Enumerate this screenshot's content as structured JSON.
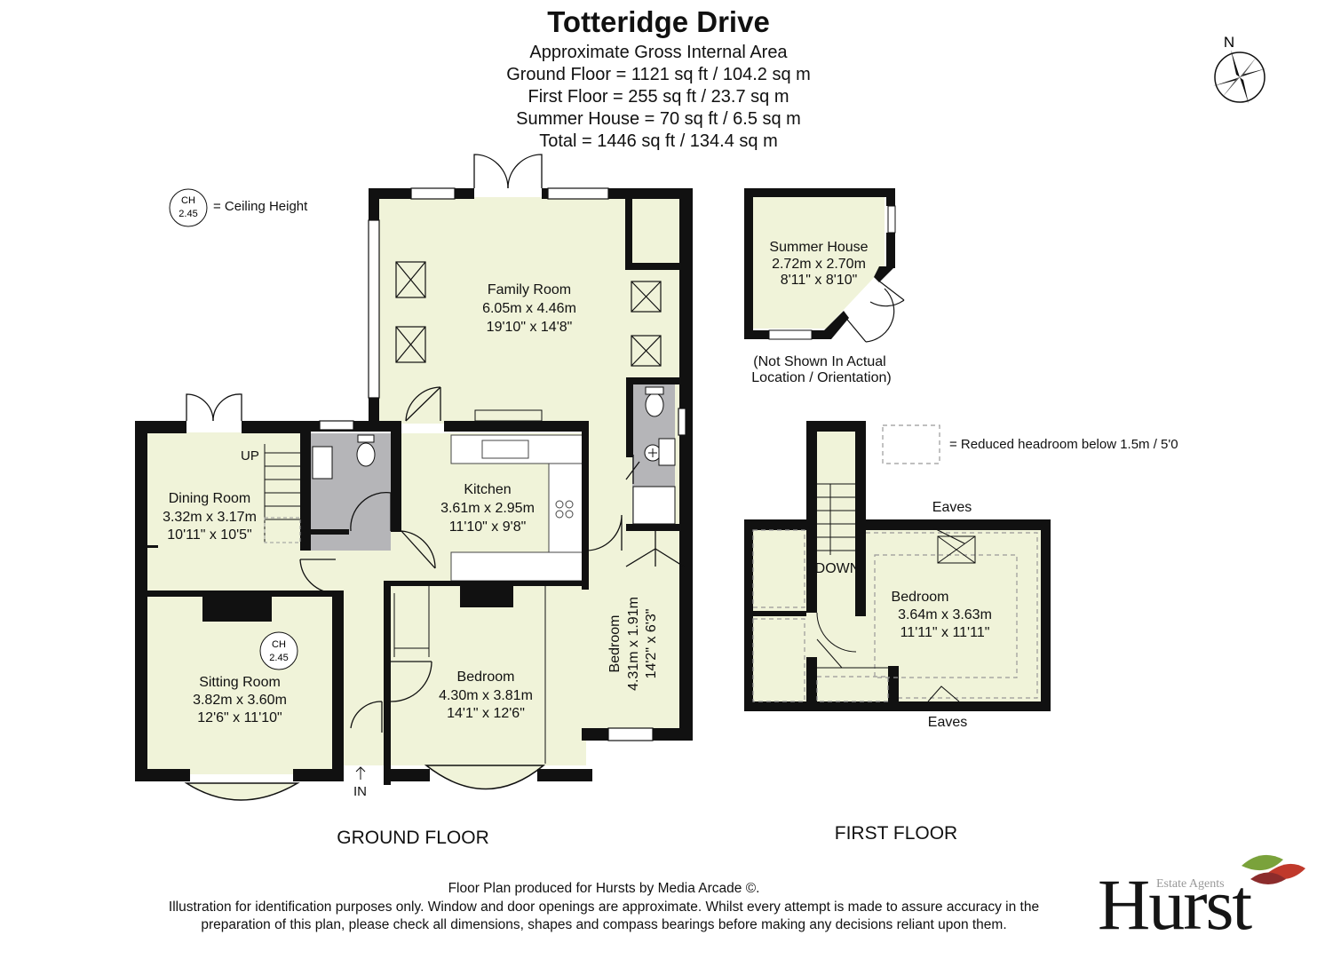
{
  "header": {
    "title": "Totteridge Drive",
    "area_lines": [
      "Approximate Gross Internal Area",
      "Ground Floor = 1121 sq ft / 104.2 sq m",
      "First Floor = 255 sq ft / 23.7 sq m",
      "Summer House = 70 sq ft / 6.5 sq m",
      "Total = 1446 sq ft / 134.4 sq m"
    ]
  },
  "compass": {
    "label": "N"
  },
  "legend": {
    "ch_badge": {
      "top": "CH",
      "bottom": "2.45"
    },
    "ch_text": "= Ceiling Height",
    "reduced_text": "= Reduced headroom below 1.5m / 5'0"
  },
  "ground_floor": {
    "label": "GROUND FLOOR",
    "rooms": {
      "family": {
        "name": "Family Room",
        "metric": "6.05m x 4.46m",
        "imperial": "19'10\" x 14'8\""
      },
      "kitchen": {
        "name": "Kitchen",
        "metric": "3.61m x 2.95m",
        "imperial": "11'10\" x 9'8\""
      },
      "dining": {
        "name": "Dining Room",
        "metric": "3.32m x 3.17m",
        "imperial": "10'11\" x 10'5\""
      },
      "sitting": {
        "name": "Sitting Room",
        "metric": "3.82m x 3.60m",
        "imperial": "12'6\" x 11'10\""
      },
      "bedroom_front": {
        "name": "Bedroom",
        "metric": "4.30m x 3.81m",
        "imperial": "14'1\" x 12'6\""
      },
      "bedroom_side": {
        "name": "Bedroom",
        "metric": "4.31m x 1.91m",
        "imperial": "14'2\" x 6'3\""
      }
    },
    "stairs_label": "UP",
    "entrance_label": "IN",
    "ch_badge": {
      "top": "CH",
      "bottom": "2.45"
    }
  },
  "summer_house": {
    "name": "Summer House",
    "metric": "2.72m x 2.70m",
    "imperial": "8'11\" x 8'10\"",
    "note_line1": "(Not Shown In Actual",
    "note_line2": "Location / Orientation)"
  },
  "first_floor": {
    "label": "FIRST FLOOR",
    "bedroom": {
      "name": "Bedroom",
      "metric": "3.64m x 3.63m",
      "imperial": "11'11\" x 11'11\""
    },
    "stairs_label": "DOWN",
    "eaves_top": "Eaves",
    "eaves_bottom": "Eaves"
  },
  "footer": {
    "line1": "Floor Plan produced for Hursts by Media Arcade ©.",
    "line2": "Illustration for identification purposes only. Window and door openings are approximate. Whilst every attempt is made to assure accuracy in the",
    "line3": "preparation of this plan, please check all dimensions, shapes and compass bearings before making any decisions reliant upon them."
  },
  "logo": {
    "main": "Hurst",
    "sub": "Estate Agents"
  },
  "colors": {
    "room_fill": "#f0f3d9",
    "wall": "#111111",
    "wc_fill": "#b5b5b8",
    "dashed": "#999999"
  }
}
